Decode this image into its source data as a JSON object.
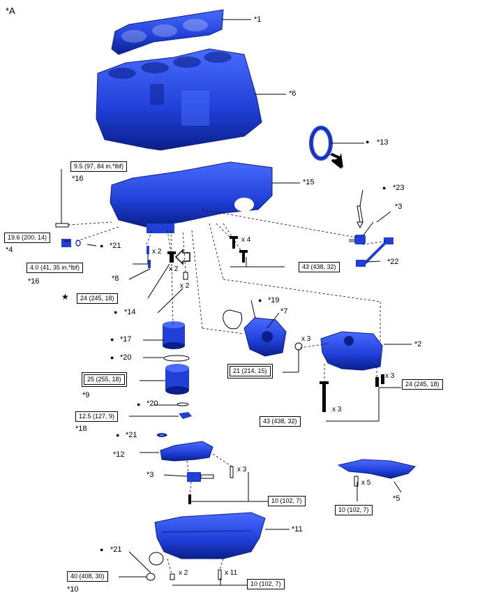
{
  "figure_title": "*A",
  "part_labels": {
    "p1": "*1",
    "p2": "*2",
    "p3a": "*3",
    "p3b": "*3",
    "p4": "*4",
    "p5": "*5",
    "p6": "*6",
    "p7": "*7",
    "p8": "*8",
    "p9": "*9",
    "p10": "*10",
    "p11": "*11",
    "p12": "*12",
    "p13": "*13",
    "p14": "*14",
    "p15": "*15",
    "p16a": "*16",
    "p16b": "*16",
    "p17": "*17",
    "p18": "*18",
    "p19": "*19",
    "p20a": "*20",
    "p20b": "*20",
    "p21a": "*21",
    "p21b": "*21",
    "p21c": "*21",
    "p22": "*22",
    "p23": "*23"
  },
  "torque_specs": {
    "t1": "9.5 (97, 84 in.*lbf)",
    "t2": "19.6 (200, 14)",
    "t3": "4.0 (41, 35 in.*lbf)",
    "t4": "24 (245, 18)",
    "t5": "43 (438, 32)",
    "t6": "21 (214, 15)",
    "t7": "24 (245, 18)",
    "t8": "25 (255, 18)",
    "t9": "43 (438, 32)",
    "t10": "12.5 (127, 9)",
    "t11": "10 (102, 7)",
    "t12": "10 (102, 7)",
    "t13": "40 (408, 30)",
    "t14": "10 (102, 7)"
  },
  "quantities": {
    "q1": "x 2",
    "q2": "x 2",
    "q3": "x 2",
    "q4": "x 4",
    "q5": "x 3",
    "q6": "x 3",
    "q7": "x 3",
    "q8": "x 3",
    "q9": "x 5",
    "q10": "x 2",
    "q11": "x 11"
  },
  "symbols": {
    "dot": "●",
    "star": "★"
  },
  "colors": {
    "part_blue": "#1f3fd6",
    "part_dark": "#0a1f8a",
    "part_light": "#4a6bff",
    "line": "#000000"
  }
}
